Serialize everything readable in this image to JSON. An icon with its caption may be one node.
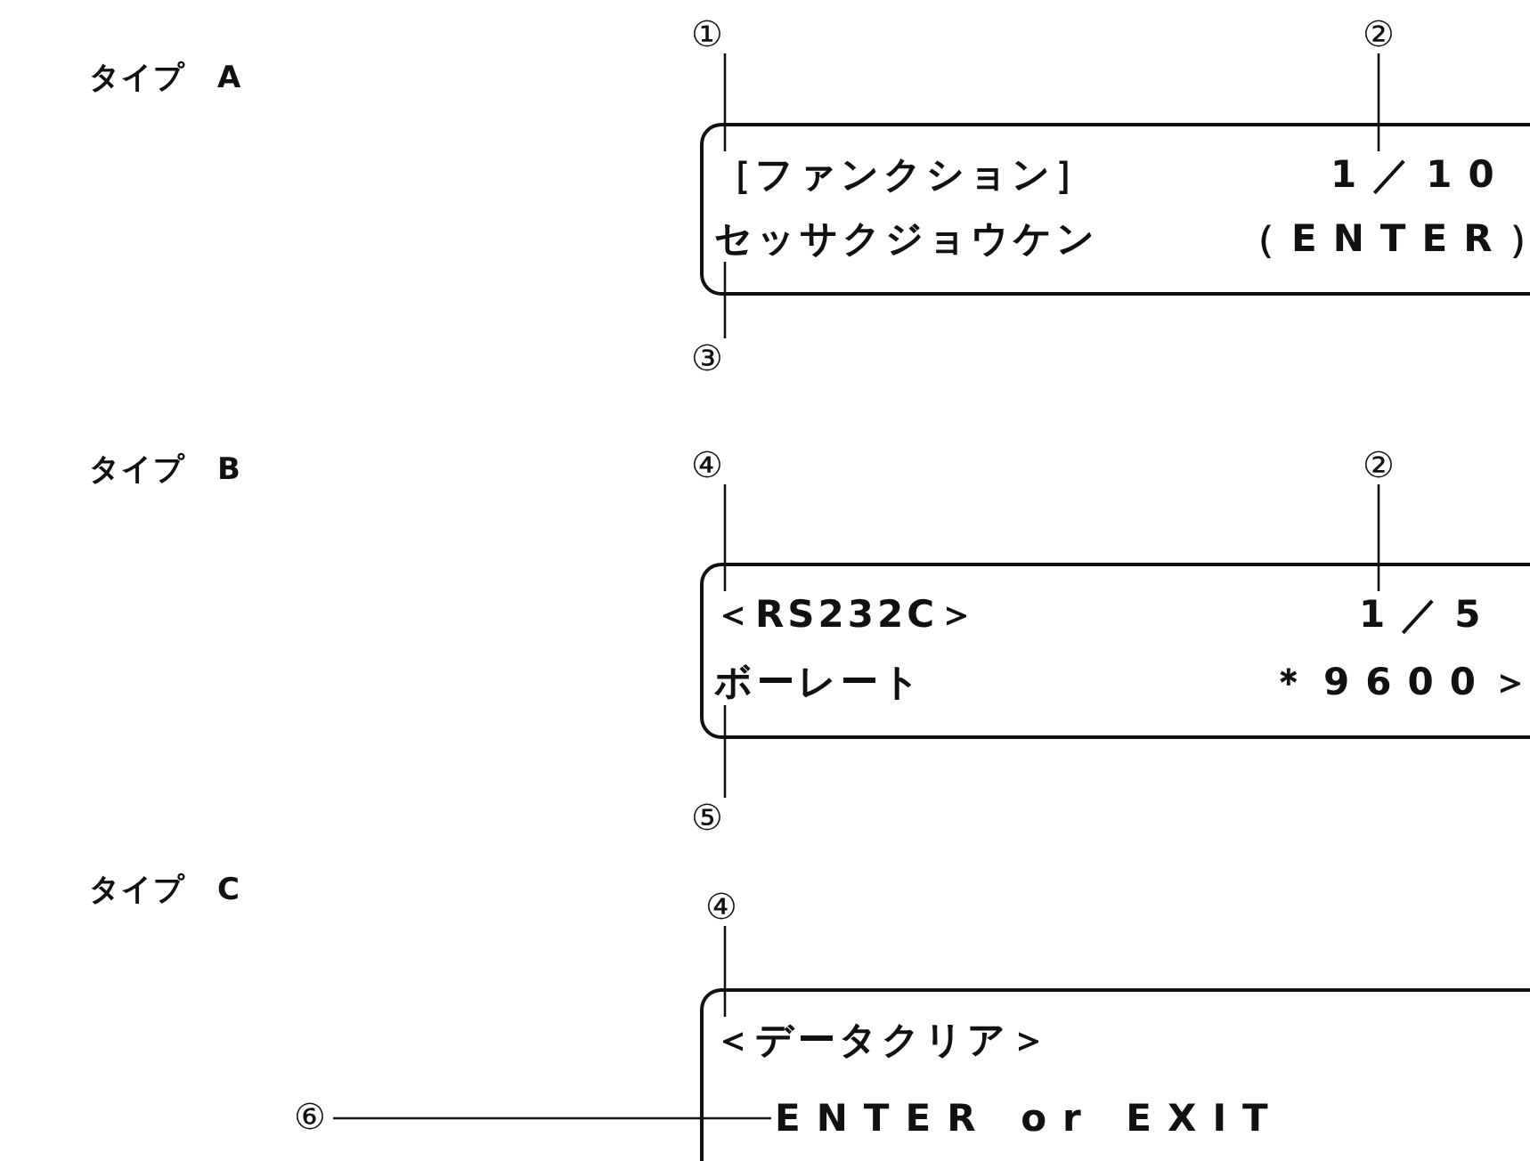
{
  "diagram": {
    "nodes": [
      {
        "text": [
          "①"
        ]
      },
      {
        "text": [
          "②"
        ]
      },
      {
        "text": [],
        "shape": "box"
      },
      {
        "text": [
          "［ファンクション］"
        ],
        "in": 2
      },
      {
        "text": [
          "1／10"
        ],
        "in": 2
      },
      {
        "text": [
          "セッサクジョウケン"
        ],
        "in": 2
      },
      {
        "text": [
          "（ENTER）"
        ],
        "in": 2
      },
      {
        "text": [
          "③"
        ]
      },
      {
        "text": [
          "④"
        ]
      },
      {
        "text": [
          "②"
        ]
      },
      {
        "text": [],
        "shape": "box"
      },
      {
        "text": [
          "＜RS232C＞"
        ],
        "in": 10
      },
      {
        "text": [
          "1／5"
        ],
        "in": 10
      },
      {
        "text": [
          "ボーレート"
        ],
        "in": 10
      },
      {
        "text": [
          "＊9600＞"
        ],
        "in": 10
      },
      {
        "text": [
          "⑤"
        ]
      },
      {
        "text": [
          "④"
        ]
      },
      {
        "text": [],
        "shape": "box"
      },
      {
        "text": [
          "＜データクリア＞"
        ],
        "in": 17
      },
      {
        "text": [
          "ENTER or EXIT"
        ],
        "in": 17
      },
      {
        "text": [
          "⑥"
        ]
      }
    ],
    "edges": [
      {
        "from": 0,
        "to": 3,
        "arrow": "none"
      },
      {
        "from": 1,
        "to": 4,
        "arrow": "none"
      },
      {
        "from": 7,
        "to": 5,
        "arrow": "none"
      },
      {
        "from": 8,
        "to": 11,
        "arrow": "none"
      },
      {
        "from": 9,
        "to": 12,
        "arrow": "none"
      },
      {
        "from": 15,
        "to": 13,
        "arrow": "none"
      },
      {
        "from": 16,
        "to": 18,
        "arrow": "none"
      },
      {
        "from": 20,
        "to": 19,
        "arrow": "none"
      }
    ],
    "labels": [
      "タイプ　A",
      "タイプ　B",
      "タイプ　C"
    ]
  }
}
